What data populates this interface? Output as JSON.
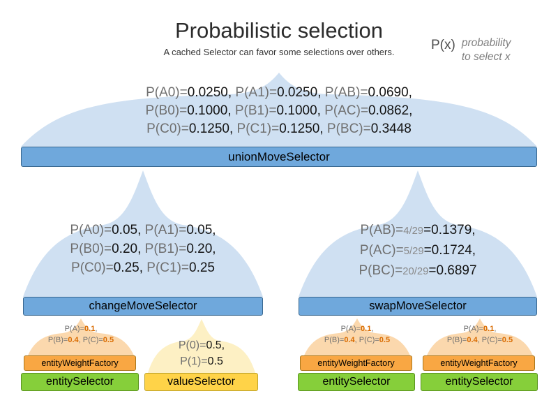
{
  "header": {
    "title": "Probabilistic selection",
    "subtitle": "A cached Selector can favor some selections over others.",
    "legend": {
      "symbol": "P(x)",
      "description_lines": [
        "probability",
        "to select x"
      ]
    }
  },
  "palette": {
    "dome_blue": "#cfe0f2",
    "dome_orange": "#fbd8ad",
    "dome_yellow": "#fdf0c4",
    "bar_blue": "#6fa8dc",
    "bar_blue_border": "#38678f",
    "bar_orange": "#f9a743",
    "bar_orange_border": "#a9771c",
    "bar_green": "#86cf3a",
    "bar_green_border": "#5a941f",
    "bar_yellow": "#ffd348",
    "bar_yellow_border": "#bfa32a",
    "muted_text": "#6f6f6f",
    "value_text": "#141414",
    "highlight_orange": "#d96b00",
    "frac_text": "#8a8a8a"
  },
  "union": {
    "label": "unionMoveSelector",
    "lines": [
      [
        {
          "t": "P(A0)=",
          "c": "mut"
        },
        {
          "t": "0.0250, ",
          "c": "val"
        },
        {
          "t": "P(A1)=",
          "c": "mut"
        },
        {
          "t": "0.0250, ",
          "c": "val"
        },
        {
          "t": "P(AB)=",
          "c": "mut"
        },
        {
          "t": "0.0690,",
          "c": "val"
        }
      ],
      [
        {
          "t": "P(B0)=",
          "c": "mut"
        },
        {
          "t": "0.1000, ",
          "c": "val"
        },
        {
          "t": "P(B1)=",
          "c": "mut"
        },
        {
          "t": "0.1000, ",
          "c": "val"
        },
        {
          "t": "P(AC)=",
          "c": "mut"
        },
        {
          "t": "0.0862,",
          "c": "val"
        }
      ],
      [
        {
          "t": "P(C0)=",
          "c": "mut"
        },
        {
          "t": "0.1250, ",
          "c": "val"
        },
        {
          "t": "P(C1)=",
          "c": "mut"
        },
        {
          "t": "0.1250, ",
          "c": "val"
        },
        {
          "t": "P(BC)=",
          "c": "mut"
        },
        {
          "t": "0.3448",
          "c": "val"
        }
      ]
    ]
  },
  "change": {
    "label": "changeMoveSelector",
    "lines": [
      [
        {
          "t": "P(A0)=",
          "c": "mut"
        },
        {
          "t": "0.05, ",
          "c": "val"
        },
        {
          "t": "P(A1)=",
          "c": "mut"
        },
        {
          "t": "0.05,",
          "c": "val"
        }
      ],
      [
        {
          "t": "P(B0)=",
          "c": "mut"
        },
        {
          "t": "0.20, ",
          "c": "val"
        },
        {
          "t": "P(B1)=",
          "c": "mut"
        },
        {
          "t": "0.20,",
          "c": "val"
        }
      ],
      [
        {
          "t": "P(C0)=",
          "c": "mut"
        },
        {
          "t": "0.25, ",
          "c": "val"
        },
        {
          "t": "P(C1)=",
          "c": "mut"
        },
        {
          "t": "0.25",
          "c": "val"
        }
      ]
    ]
  },
  "swap": {
    "label": "swapMoveSelector",
    "lines": [
      [
        {
          "t": "P(AB)=",
          "c": "mut"
        },
        {
          "t": "4/29",
          "c": "frac"
        },
        {
          "t": "=0.1379,",
          "c": "val"
        }
      ],
      [
        {
          "t": "P(AC)=",
          "c": "mut"
        },
        {
          "t": "5/29",
          "c": "frac"
        },
        {
          "t": "=0.1724,",
          "c": "val"
        }
      ],
      [
        {
          "t": "P(BC)=",
          "c": "mut"
        },
        {
          "t": "20/29",
          "c": "frac"
        },
        {
          "t": "=0.6897",
          "c": "val"
        }
      ]
    ]
  },
  "entity_weight_factory": {
    "label": "entityWeightFactory",
    "lines": [
      [
        {
          "t": "P(A)=",
          "c": "mut"
        },
        {
          "t": "0.1",
          "c": "hl"
        },
        {
          "t": ",",
          "c": "mut"
        }
      ],
      [
        {
          "t": "P(B)=",
          "c": "mut"
        },
        {
          "t": "0.4",
          "c": "hl"
        },
        {
          "t": ", P(C)=",
          "c": "mut"
        },
        {
          "t": "0.5",
          "c": "hl"
        }
      ]
    ]
  },
  "entity_selector": {
    "label": "entitySelector"
  },
  "value_selector": {
    "label": "valueSelector",
    "lines": [
      [
        {
          "t": "P(0)=",
          "c": "mut"
        },
        {
          "t": "0.5,",
          "c": "val"
        }
      ],
      [
        {
          "t": "P(1)=",
          "c": "mut"
        },
        {
          "t": "0.5",
          "c": "val"
        }
      ]
    ]
  }
}
